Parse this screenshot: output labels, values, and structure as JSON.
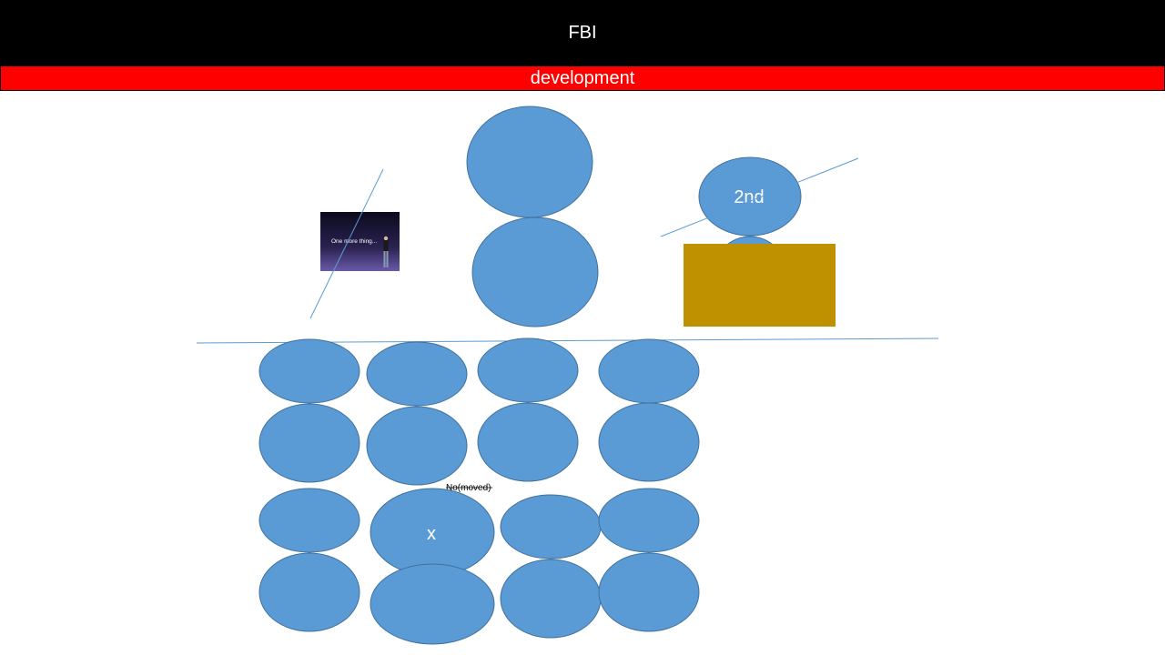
{
  "header": {
    "title": "FBI"
  },
  "banner": {
    "label": "development"
  },
  "labels": {
    "second": "2nd",
    "x_mark": "x",
    "note": "No(moved)"
  },
  "photo": {
    "caption": "One more thing..."
  },
  "colors": {
    "node_fill": "#5b9bd5",
    "node_stroke": "#41719c",
    "header_bg": "#000000",
    "banner_bg": "#ff0000",
    "box_fill": "#bf9000"
  }
}
